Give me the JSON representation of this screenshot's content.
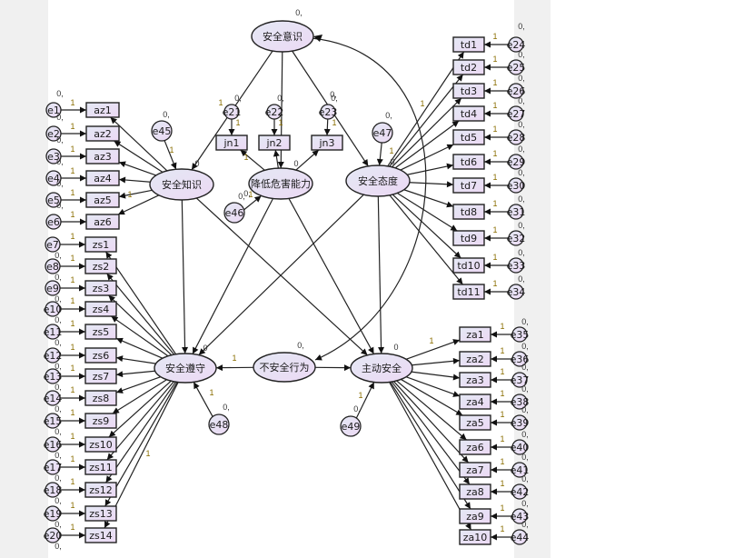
{
  "diagram": {
    "title": "AMOS structural equation model",
    "colors": {
      "node_fill_start": "#e4e8f4",
      "node_fill_end": "#ecd9f4",
      "stroke": "#222222",
      "label": "#333333",
      "panel": "#f0f0f0"
    },
    "latents": [
      {
        "id": "aq",
        "label": "安全意识",
        "variance_label": "0,"
      },
      {
        "id": "zz",
        "label": "安全知识",
        "variance_label": "0"
      },
      {
        "id": "jd",
        "label": "降低危害能力",
        "variance_label": "0"
      },
      {
        "id": "td",
        "label": "安全态度",
        "variance_label": "0"
      },
      {
        "id": "zs",
        "label": "安全遵守",
        "variance_label": "0"
      },
      {
        "id": "bx",
        "label": "不安全行为",
        "variance_label": "0,"
      },
      {
        "id": "zd",
        "label": "主动安全",
        "variance_label": "0"
      }
    ],
    "indicators": {
      "az": [
        "az1",
        "az2",
        "az3",
        "az4",
        "az5",
        "az6"
      ],
      "zs": [
        "zs1",
        "zs2",
        "zs3",
        "zs4",
        "zs5",
        "zs6",
        "zs7",
        "zs8",
        "zs9",
        "zs10",
        "zs11",
        "zs12",
        "zs13",
        "zs14"
      ],
      "jn": [
        "jn1",
        "jn2",
        "jn3"
      ],
      "td": [
        "td1",
        "td2",
        "td3",
        "td4",
        "td5",
        "td6",
        "td7",
        "td8",
        "td9",
        "td10",
        "td11"
      ],
      "za": [
        "za1",
        "za2",
        "za3",
        "za4",
        "za5",
        "za6",
        "za7",
        "za8",
        "za9",
        "za10"
      ]
    },
    "errors": {
      "az": [
        "e1",
        "e2",
        "e3",
        "e4",
        "e5",
        "e6"
      ],
      "zs": [
        "e7",
        "e8",
        "e9",
        "e10",
        "e11",
        "e12",
        "e13",
        "e14",
        "e15",
        "e16",
        "e17",
        "e18",
        "e19",
        "e20"
      ],
      "jn": [
        "e21",
        "e22",
        "e23"
      ],
      "td": [
        "e24",
        "e25",
        "e26",
        "e27",
        "e28",
        "e29",
        "e30",
        "e31",
        "e32",
        "e33",
        "e34"
      ],
      "za": [
        "e35",
        "e36",
        "e37",
        "e38",
        "e39",
        "e40",
        "e41",
        "e42",
        "e43",
        "e44"
      ],
      "disturbances": [
        "e45",
        "e46",
        "e47",
        "e48",
        "e49"
      ]
    },
    "error_variance_label": "0,",
    "path_weight_label": "1",
    "structural_paths": [
      {
        "from": "aq",
        "to": "zz"
      },
      {
        "from": "aq",
        "to": "jd"
      },
      {
        "from": "aq",
        "to": "td"
      },
      {
        "from": "zz",
        "to": "zs"
      },
      {
        "from": "zz",
        "to": "zd"
      },
      {
        "from": "jd",
        "to": "zs"
      },
      {
        "from": "jd",
        "to": "zd"
      },
      {
        "from": "td",
        "to": "zs"
      },
      {
        "from": "td",
        "to": "zd"
      },
      {
        "from": "bx",
        "to": "zs"
      },
      {
        "from": "bx",
        "to": "zd"
      }
    ],
    "covariances": [
      {
        "a": "aq",
        "b": "bx"
      }
    ]
  }
}
